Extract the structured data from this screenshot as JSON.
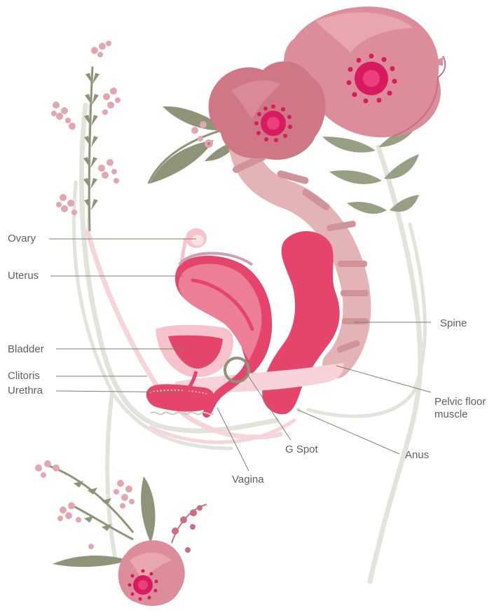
{
  "labels": {
    "ovary": "Ovary",
    "uterus": "Uterus",
    "bladder": "Bladder",
    "clitoris": "Clitoris",
    "urethra": "Urethra",
    "vagina": "Vagina",
    "g_spot": "G Spot",
    "spine": "Spine",
    "pelvic_floor_line1": "Pelvic floor",
    "pelvic_floor_line2": "muscle",
    "anus": "Anus"
  },
  "colors": {
    "organ_dark": "#e5456a",
    "organ_mid": "#ec7f95",
    "organ_light": "#f6c3cc",
    "flower": "#dc8d99",
    "flower_dark": "#c9707e",
    "flower_center": "#d81b60",
    "leaf": "#8d9477",
    "stem": "#dfe0d6",
    "spine": "#dcaaae",
    "leader": "#7d8266"
  }
}
